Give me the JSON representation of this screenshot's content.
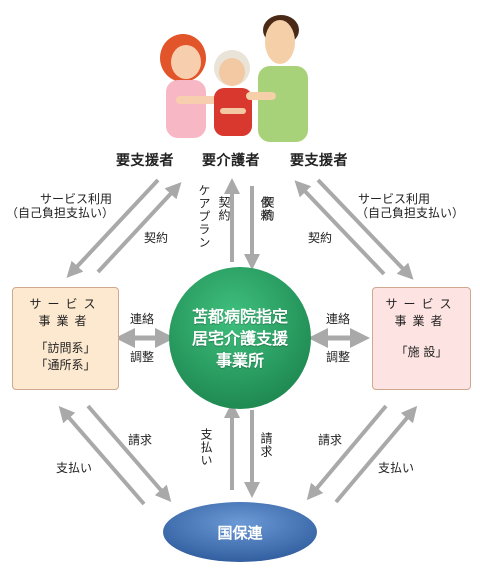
{
  "people": {
    "left_role": "要支援者",
    "center_role": "要介護者",
    "right_role": "要支援者"
  },
  "left_flow": {
    "service_use_line1": "サービス利用",
    "service_use_line2": "（自己負担支払い）",
    "contract": "契約"
  },
  "right_flow": {
    "service_use_line1": "サービス利用",
    "service_use_line2": "（自己負担支払い）",
    "contract": "契約"
  },
  "center_flow": {
    "care_plan": "ケアプラン",
    "contract": "契約",
    "request": "依頼",
    "payment": "支払い",
    "claim": "請求"
  },
  "left_provider": {
    "title_line1": "サービス",
    "title_line2": "事業者",
    "type_line1": "「訪問系」",
    "type_line2": "「通所系」"
  },
  "right_provider": {
    "title_line1": "サービス",
    "title_line2": "事業者",
    "type_line1": "「施 設」"
  },
  "center_office": {
    "line1": "苫都病院指定",
    "line2": "居宅介護支援",
    "line3": "事業所"
  },
  "links": {
    "left_liaison": "連絡",
    "left_adjust": "調整",
    "right_liaison": "連絡",
    "right_adjust": "調整"
  },
  "bottom_flow": {
    "left_claim": "請求",
    "left_payment": "支払い",
    "right_claim": "請求",
    "right_payment": "支払い"
  },
  "kokuho": {
    "label": "国保連"
  },
  "colors": {
    "arrow": "#a9a9a9",
    "center_green": "#2c9b62",
    "kokuho_blue": "#3a66a8",
    "left_box": "#fde9cf",
    "right_box": "#fde4e2"
  }
}
